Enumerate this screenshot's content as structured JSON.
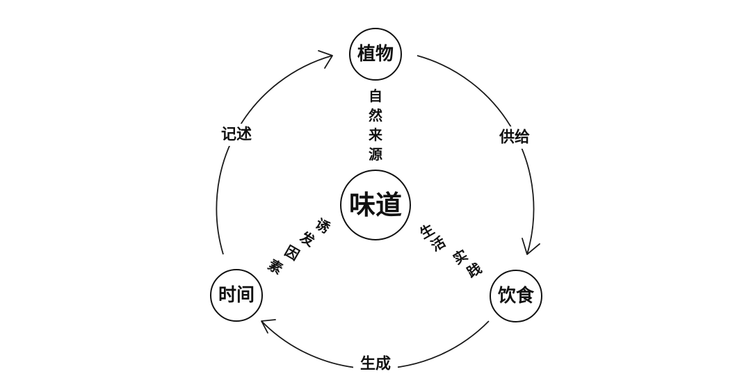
{
  "diagram": {
    "center": "味道",
    "nodes": {
      "plant": "植物",
      "food": "饮食",
      "time": "时间"
    },
    "cycle_labels": {
      "supply": "供给",
      "generate": "生成",
      "record": "记述"
    },
    "spokes": {
      "natural_source": [
        "自",
        "然",
        "来",
        "源"
      ],
      "life_practice": [
        "生",
        "活",
        "实",
        "践"
      ],
      "inducing_factor": [
        "诱",
        "发",
        "因",
        "素"
      ]
    }
  }
}
